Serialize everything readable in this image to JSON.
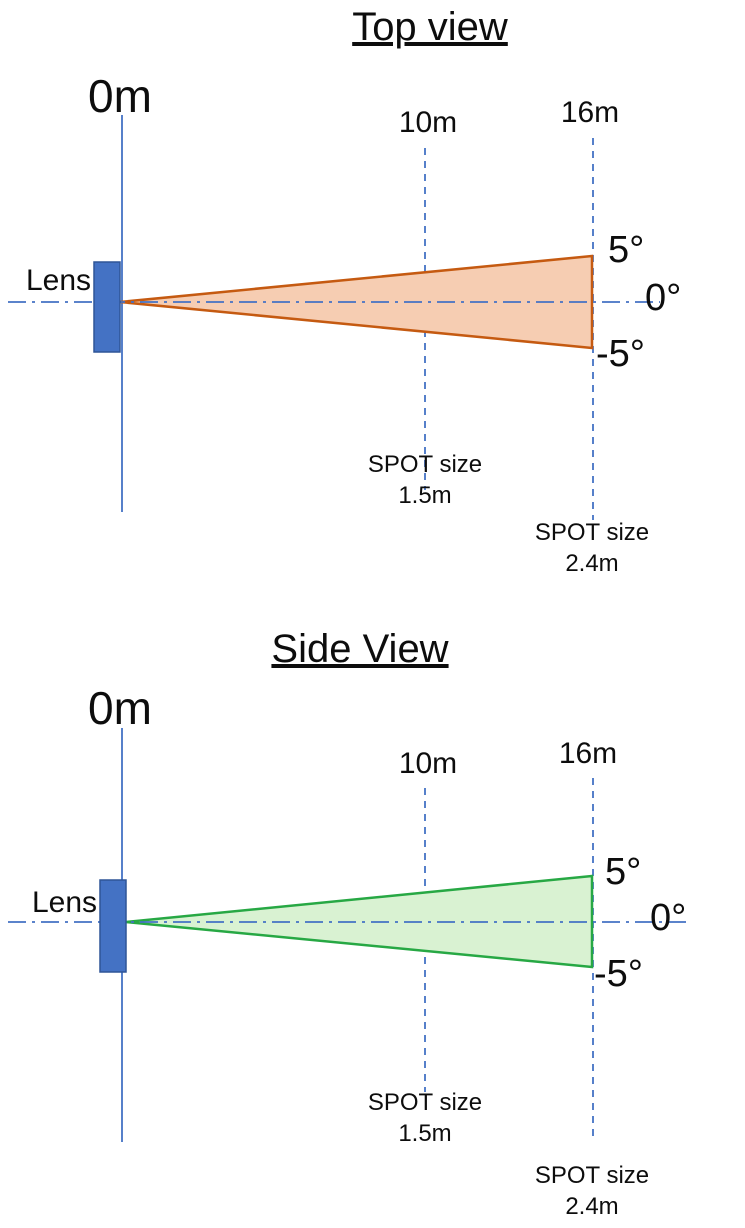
{
  "colors": {
    "axis": "#4472C4",
    "lens_fill": "#4472C4",
    "lens_stroke": "#2F5597",
    "top_beam_fill": "#F6CDB2",
    "top_beam_stroke": "#C55A11",
    "side_beam_fill": "#D9F2D2",
    "side_beam_stroke": "#27A844"
  },
  "top_view": {
    "title": "Top view",
    "labels": {
      "d0": "0m",
      "d10": "10m",
      "d16": "16m",
      "lens": "Lens",
      "angle_plus": "5°",
      "angle_zero": "0°",
      "angle_minus": "-5°",
      "spot10_l1": "SPOT size",
      "spot10_l2": "1.5m",
      "spot16_l1": "SPOT size",
      "spot16_l2": "2.4m"
    }
  },
  "side_view": {
    "title": "Side View",
    "labels": {
      "d0": "0m",
      "d10": "10m",
      "d16": "16m",
      "lens": "Lens",
      "angle_plus": "5°",
      "angle_zero": "0°",
      "angle_minus": "-5°",
      "spot10_l1": "SPOT size",
      "spot10_l2": "1.5m",
      "spot16_l1": "SPOT size",
      "spot16_l2": "2.4m"
    }
  }
}
